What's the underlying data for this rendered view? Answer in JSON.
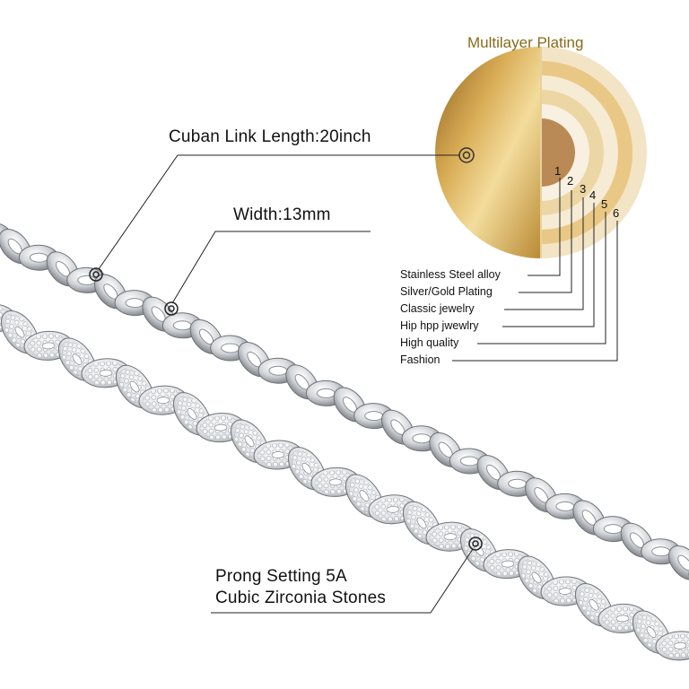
{
  "image": {
    "description": "Product infographic of two silver Cuban link chains (plain and iced-out) with a multilayer plating cross-section diagram.",
    "accent_colors": {
      "gold": "#c99b3a",
      "gold_light": "#f0d89a",
      "silver": "#c9ccd1",
      "line": "#222222"
    }
  },
  "plating": {
    "title": "Multilayer Plating",
    "layer_numbers": [
      "1",
      "2",
      "3",
      "4",
      "5",
      "6"
    ],
    "layers": [
      "Stainless Steel alloy",
      "Silver/Gold Plating",
      "Classic jewelry",
      "Hip hpp jwewlry",
      "High quality",
      "Fashion"
    ]
  },
  "callouts": {
    "length": "Cuban Link Length:20inch",
    "width": "Width:13mm",
    "stones_line1": "Prong Setting 5A",
    "stones_line2": "Cubic Zirconia Stones"
  }
}
